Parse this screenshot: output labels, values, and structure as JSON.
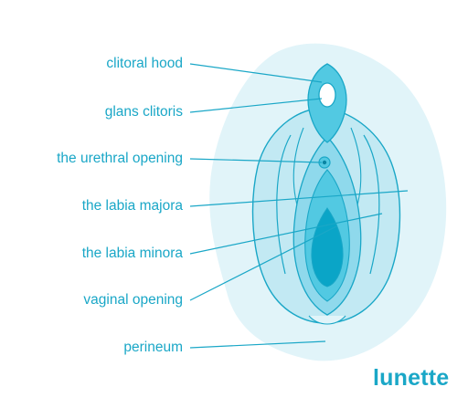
{
  "labels": {
    "clitoral_hood": "clitoral hood",
    "glans_clitoris": "glans clitoris",
    "urethral_opening": "the urethral opening",
    "labia_majora": "the labia majora",
    "labia_minora": "the labia minora",
    "vaginal_opening": "vaginal opening",
    "perineum": "perineum"
  },
  "brand": {
    "name": "lunette"
  },
  "colors": {
    "label_text": "#1aa7c7",
    "leader_line": "#1aa7c7",
    "outline": "#1aa7c7",
    "background_blob": "#e1f4f9",
    "labia_majora_fill": "#c2e9f3",
    "labia_minora_fill": "#8fd9ec",
    "vestibule_fill": "#52c9e2",
    "vaginal_opening_fill": "#0aa5c7"
  }
}
